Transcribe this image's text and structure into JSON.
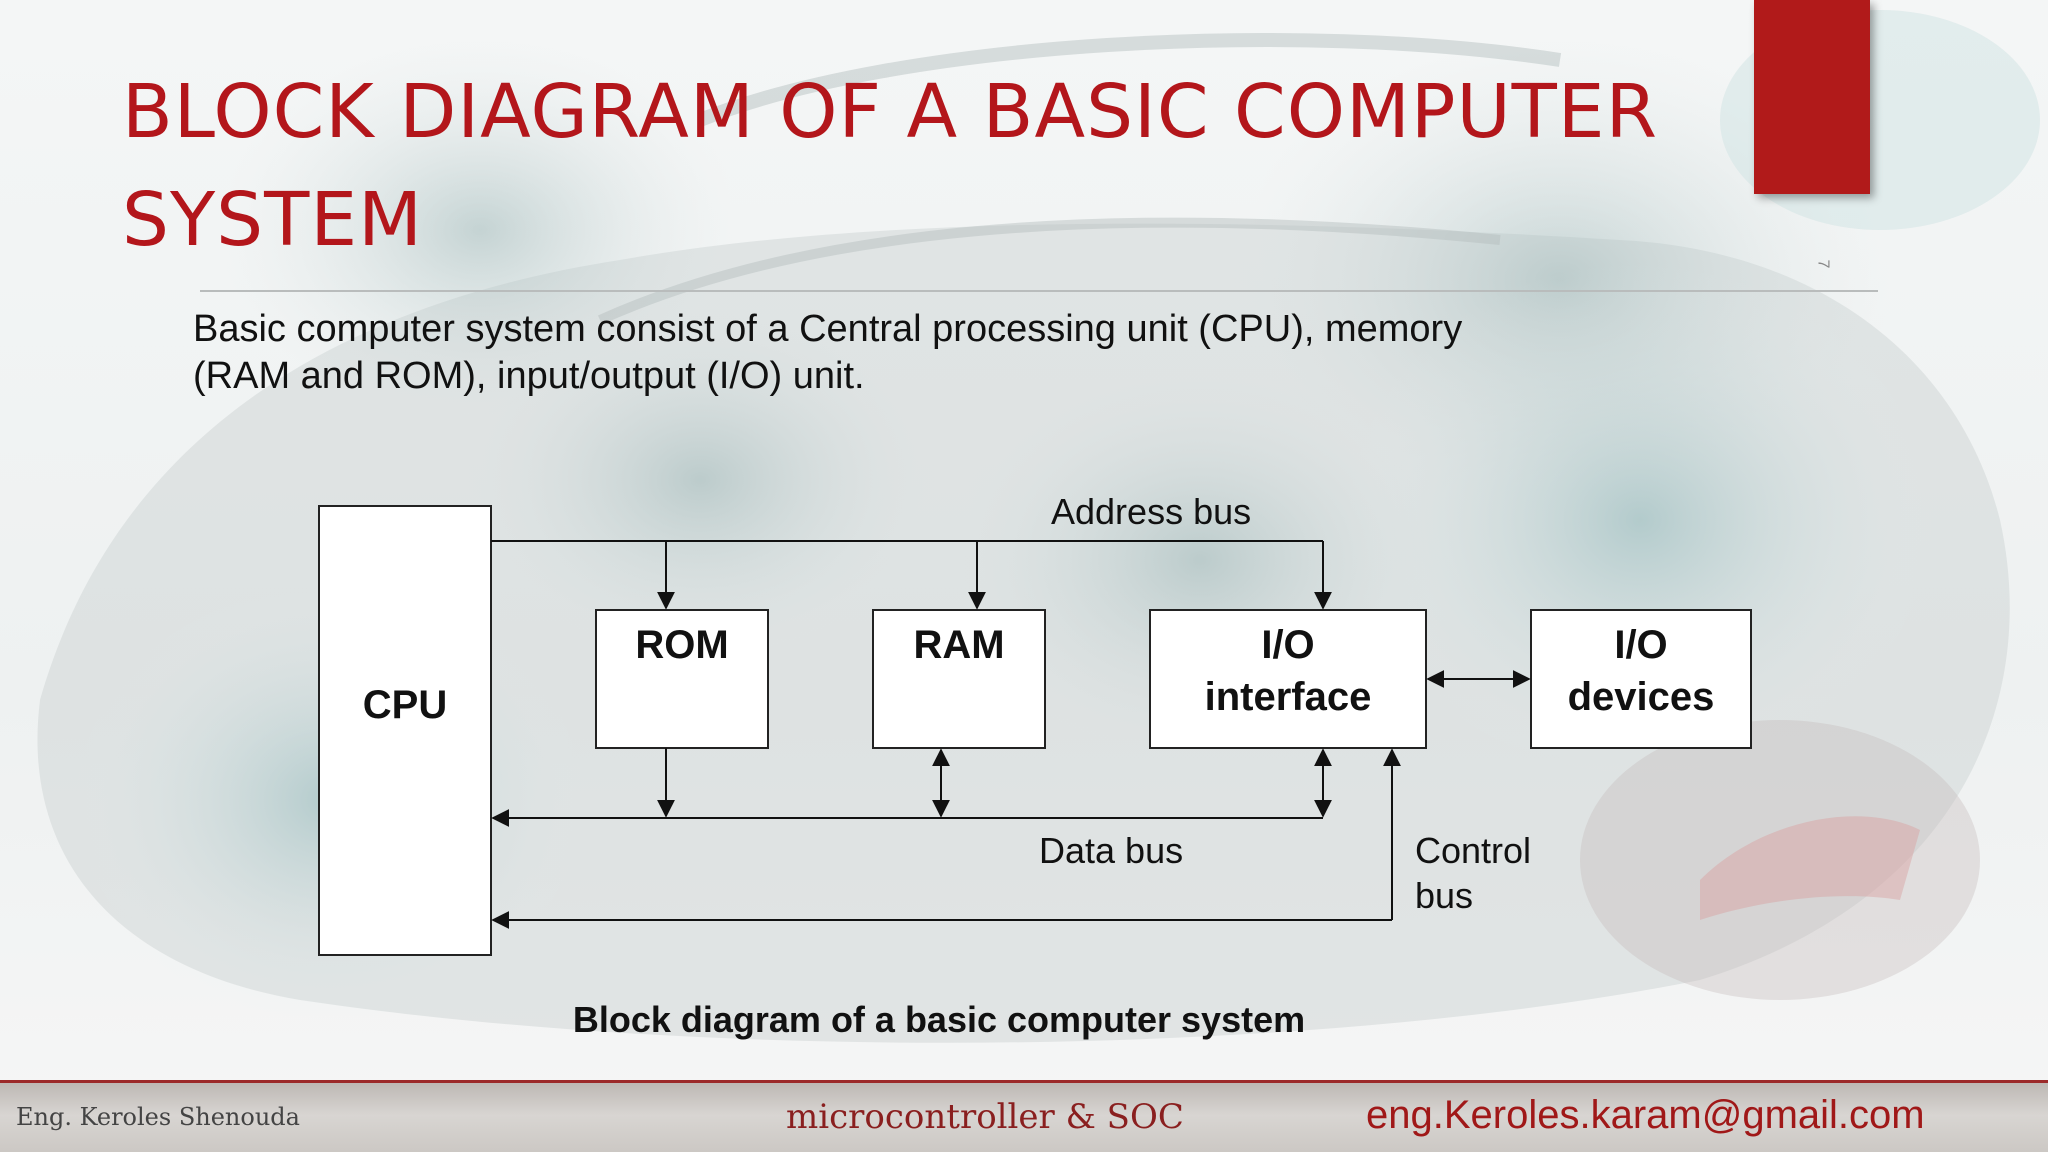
{
  "slide": {
    "title": "BLOCK DIAGRAM OF A BASIC COMPUTER SYSTEM",
    "page_number": "7",
    "body_text": "Basic computer system consist of a Central processing unit (CPU), memory (RAM and ROM), input/output (I/O) unit.",
    "accent_color": "#b11a1a",
    "title_color": "#b3161b"
  },
  "diagram": {
    "blocks": {
      "cpu": "CPU",
      "rom": "ROM",
      "ram": "RAM",
      "io_interface_line1": "I/O",
      "io_interface_line2": "interface",
      "io_devices_line1": "I/O",
      "io_devices_line2": "devices"
    },
    "buses": {
      "address": "Address bus",
      "data": "Data bus",
      "control_line1": "Control",
      "control_line2": "bus"
    },
    "caption": "Block diagram of a basic computer system"
  },
  "footer": {
    "author": "Eng. Keroles Shenouda",
    "course": "microcontroller & SOC",
    "email": "eng.Keroles.karam@gmail.com"
  }
}
